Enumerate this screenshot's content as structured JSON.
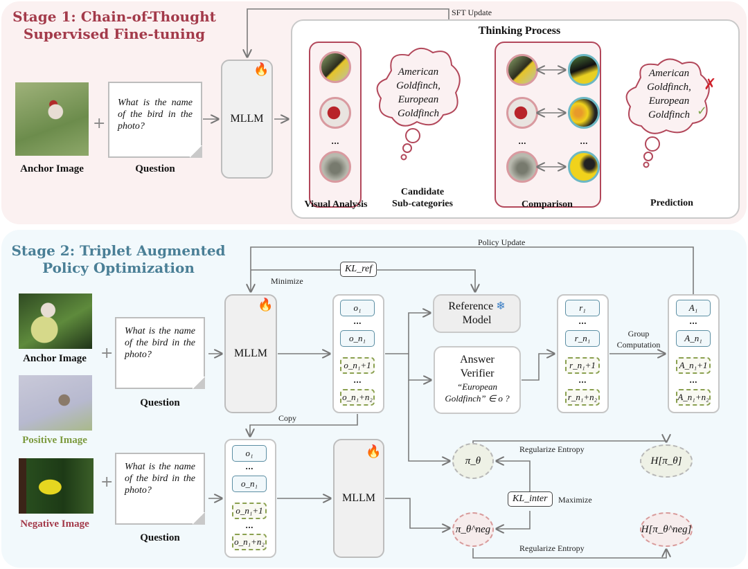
{
  "stage1": {
    "title_line1": "Stage 1: Chain-of-Thought",
    "title_line2": "Supervised Fine-tuning",
    "anchor_label": "Anchor Image",
    "question_label": "Question",
    "question_text": "What is the name of the bird in the photo?",
    "model_label": "MLLM",
    "model_icon": "flame-icon",
    "sft_update_label": "SFT Update",
    "thinking_title": "Thinking Process",
    "steps": {
      "visual_analysis": "Visual Analysis",
      "candidates_line1": "Candidate",
      "candidates_line2": "Sub-categories",
      "comparison": "Comparison",
      "prediction": "Prediction"
    },
    "candidate_cloud": [
      "American",
      "Goldfinch,",
      "European",
      "Goldfinch"
    ],
    "prediction_cloud": [
      "American",
      "Goldfinch,",
      "European",
      "Goldfinch"
    ],
    "prediction_marks": {
      "american": "✗",
      "european": "✓"
    },
    "ellipsis": "..."
  },
  "stage2": {
    "title_line1": "Stage 2: Triplet Augmented",
    "title_line2": "Policy Optimization",
    "images": {
      "anchor": "Anchor Image",
      "positive": "Positive Image",
      "negative": "Negative Image"
    },
    "question_label": "Question",
    "question_text": "What is the name of the bird in the photo?",
    "model_label": "MLLM",
    "policy_update_label": "Policy Update",
    "minimize_label": "Minimize",
    "kl_ref": "KL_ref",
    "copy_label": "Copy",
    "reference_model": [
      "Reference",
      "Model"
    ],
    "reference_icon": "snowflake-icon",
    "answer_verifier": [
      "Answer",
      "Verifier"
    ],
    "verifier_condition": [
      "“European",
      "Goldfinch” ∈ o ?"
    ],
    "group_computation": [
      "Group",
      "Computation"
    ],
    "outputs": [
      "o₁",
      "o_n₁",
      "o_n₁+1",
      "o_n₁+n₂"
    ],
    "rewards": [
      "r₁",
      "r_n₁",
      "r_n₁+1",
      "r_n₁+n₂"
    ],
    "advantages": [
      "A₁",
      "A_n₁",
      "A_n₁+1",
      "A_n₁+n₂"
    ],
    "policy": "π_θ",
    "policy_neg": "π_θ^neg",
    "entropy": "H[π_θ]",
    "entropy_neg": "H[π_θ^neg]",
    "kl_inter": "KL_inter",
    "maximize_label": "Maximize",
    "regularize_entropy": "Regularize Entropy",
    "ellipsis": "..."
  },
  "colors": {
    "stage1_bg": "#fbf1f1",
    "stage1_title": "#a33a4a",
    "stage2_bg": "#f2f9fc",
    "stage2_title": "#4a7f96",
    "positive_label": "#7c9a3e",
    "negative_label": "#a33a4a",
    "flame": "#e8731e"
  }
}
